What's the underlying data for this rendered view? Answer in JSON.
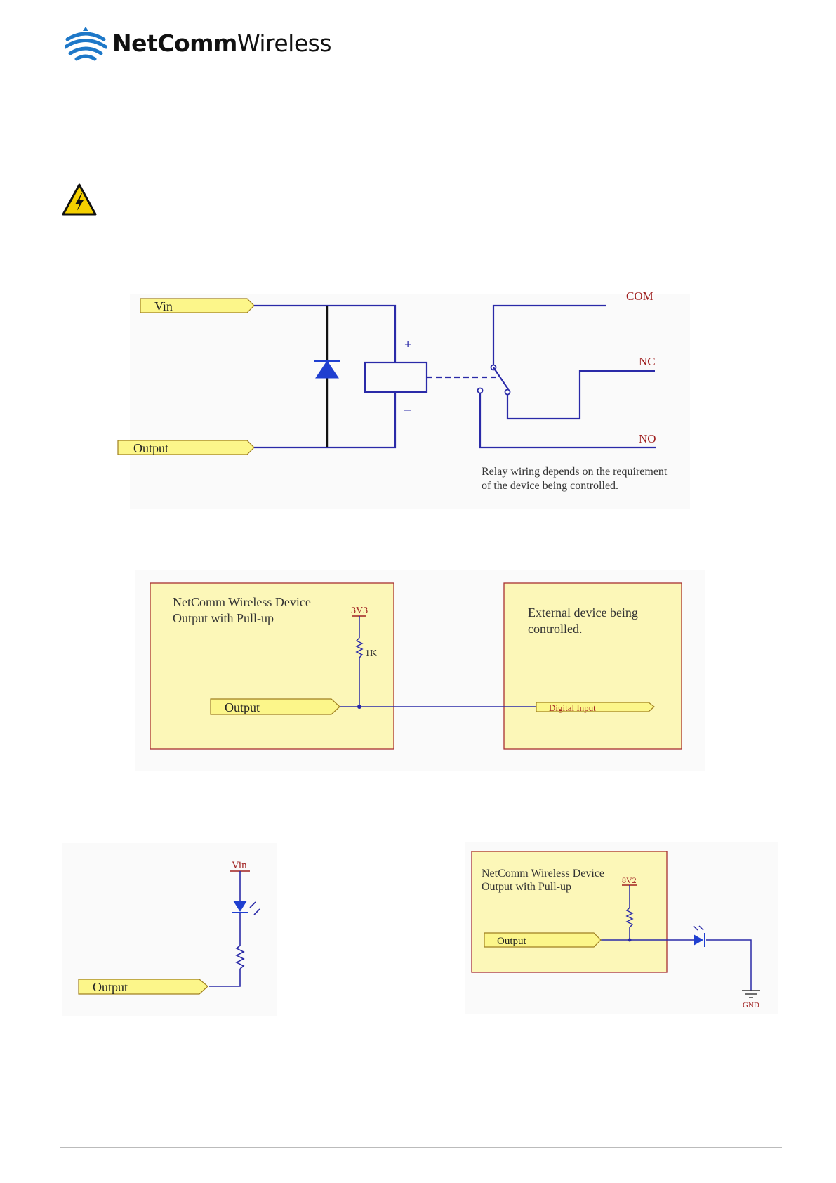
{
  "logo": {
    "brand_bold": "NetComm",
    "brand_light": "Wireless",
    "icon": "wifi-signal-icon"
  },
  "warning": {
    "icon": "electrical-hazard-icon"
  },
  "relay_diagram": {
    "vin_label": "Vin",
    "output_label": "Output",
    "plus": "+",
    "minus": "–",
    "com": "COM",
    "nc": "NC",
    "no": "NO",
    "note_line1": "Relay wiring depends on the requirement",
    "note_line2": "of the device being controlled."
  },
  "pullup_diagram": {
    "device_line1": "NetComm Wireless Device",
    "device_line2": "Output with Pull-up",
    "voltage": "3V3",
    "resistor": "1K",
    "output_label": "Output",
    "external_line1": "External device being",
    "external_line2": "controlled.",
    "input_label": "Digital Input"
  },
  "led_sink_diagram": {
    "vin_label": "Vin",
    "output_label": "Output"
  },
  "led_source_diagram": {
    "device_line1": "NetComm Wireless Device",
    "device_line2": "Output with Pull-up",
    "voltage": "8V2",
    "output_label": "Output",
    "gnd_label": "GND"
  },
  "colors": {
    "wire": "#2a2aa8",
    "label_fill": "#fcf68a",
    "box_fill": "#fcf7b8",
    "box_border": "#a83030",
    "red_text": "#a02020"
  }
}
